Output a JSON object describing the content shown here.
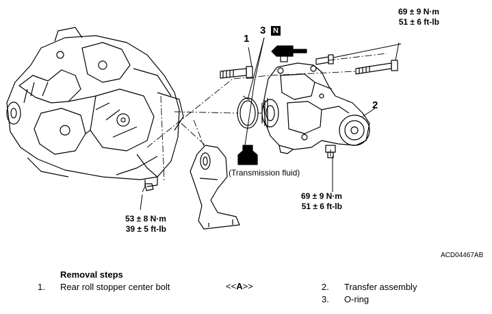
{
  "callouts": {
    "c1": "1",
    "c2": "2",
    "c3": "3",
    "new_part_mark": "N"
  },
  "torque": {
    "top_right": {
      "metric": "69 ± 9 N·m",
      "imperial": "51 ± 6 ft-lb"
    },
    "mid_right": {
      "metric": "69 ± 9 N·m",
      "imperial": "51 ± 6 ft-lb"
    },
    "bottom_left": {
      "metric": "53 ± 8 N·m",
      "imperial": "39 ± 5 ft-lb"
    }
  },
  "fluid_label": "(Transmission fluid)",
  "figure_code": "ACD04467AB",
  "removal": {
    "title": "Removal steps",
    "steps": [
      {
        "num": "1.",
        "text": "Rear roll stopper center bolt"
      },
      {
        "num": "2.",
        "text": "Transfer assembly"
      },
      {
        "num": "3.",
        "text": "O-ring"
      }
    ],
    "note": "<<A>>",
    "note_lead": "<<",
    "note_letter": "A",
    "note_trail": ">>"
  }
}
